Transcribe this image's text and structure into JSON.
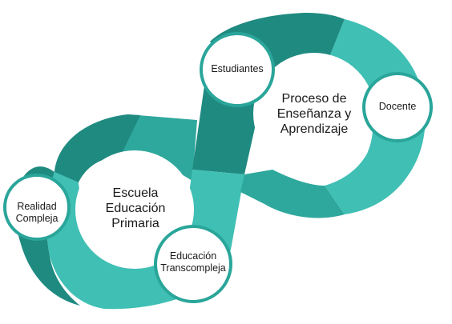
{
  "diagram": {
    "colors": {
      "teal_light": "#40bfb4",
      "teal_mid": "#2ea89c",
      "teal_dark": "#1f8a80",
      "circle_fill": "#ffffff",
      "circle_stroke": "#2aa59a"
    },
    "hubs": {
      "left_line1": "Escuela",
      "left_line2": "Educación",
      "left_line3": "Primaria",
      "right_line1": "Proceso de",
      "right_line2": "Enseñanza y",
      "right_line3": "Aprendizaje"
    },
    "nodes": {
      "estudiantes": "Estudiantes",
      "docente": "Docente",
      "realidad_line1": "Realidad",
      "realidad_line2": "Compleja",
      "educacion_line1": "Educación",
      "educacion_line2": "Transcompleja"
    }
  }
}
